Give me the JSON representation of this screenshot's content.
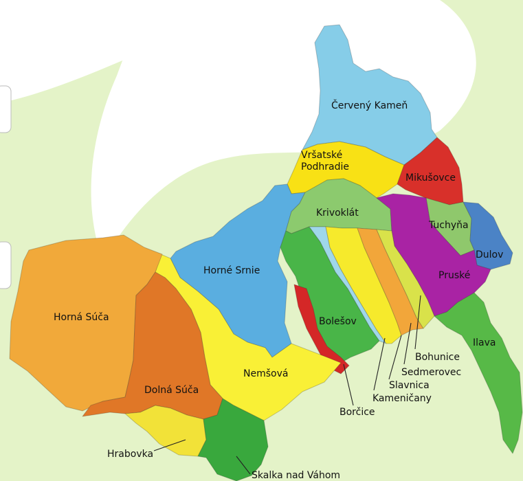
{
  "colors": {
    "background_green": "#e4f3c8",
    "cerveny_kamen": "#86cde8",
    "vrsatske_podhradie": "#f8e115",
    "mikusovce": "#d8302a",
    "krivoklat": "#8cca6e",
    "tuchyna": "#8fc86c",
    "dulov": "#4b83c6",
    "pruske": "#a923a4",
    "ilava": "#57b947",
    "horne_srnie": "#5aaee0",
    "bolesov": "#49b548",
    "borcice": "#d42727",
    "nemsova": "#f9f036",
    "horna_suca": "#f1a93a",
    "dolna_suca": "#e07727",
    "hrabovka": "#f2e238",
    "skalka_nad_vahom": "#39a83d",
    "strip_light_blue": "#9fd7ea",
    "strip_yellow": "#f6ea2c",
    "strip_orange": "#f2a63a",
    "strip_yellow_green": "#d9e24a"
  },
  "labels": {
    "cerveny_kamen": "Červený Kameň",
    "vrsatske_line1": "Vršatské",
    "vrsatske_line2": "Podhradie",
    "mikusovce": "Mikušovce",
    "krivoklat": "Krivoklát",
    "tuchyna": "Tuchyňa",
    "dulov": "Dulov",
    "pruske": "Pruské",
    "ilava": "Ilava",
    "horne_srnie": "Horné Srnie",
    "bolesov": "Bolešov",
    "horna_suca": "Horná Súča",
    "dolna_suca": "Dolná Súča",
    "nemsova": "Nemšová",
    "bohunice": "Bohunice",
    "sedmerovec": "Sedmerovec",
    "slavnica": "Slavnica",
    "kamenicany": "Kameničany",
    "borcice": "Borčice",
    "hrabovka": "Hrabovka",
    "skalka_nad_vahom": "Skalka nad Váhom"
  }
}
